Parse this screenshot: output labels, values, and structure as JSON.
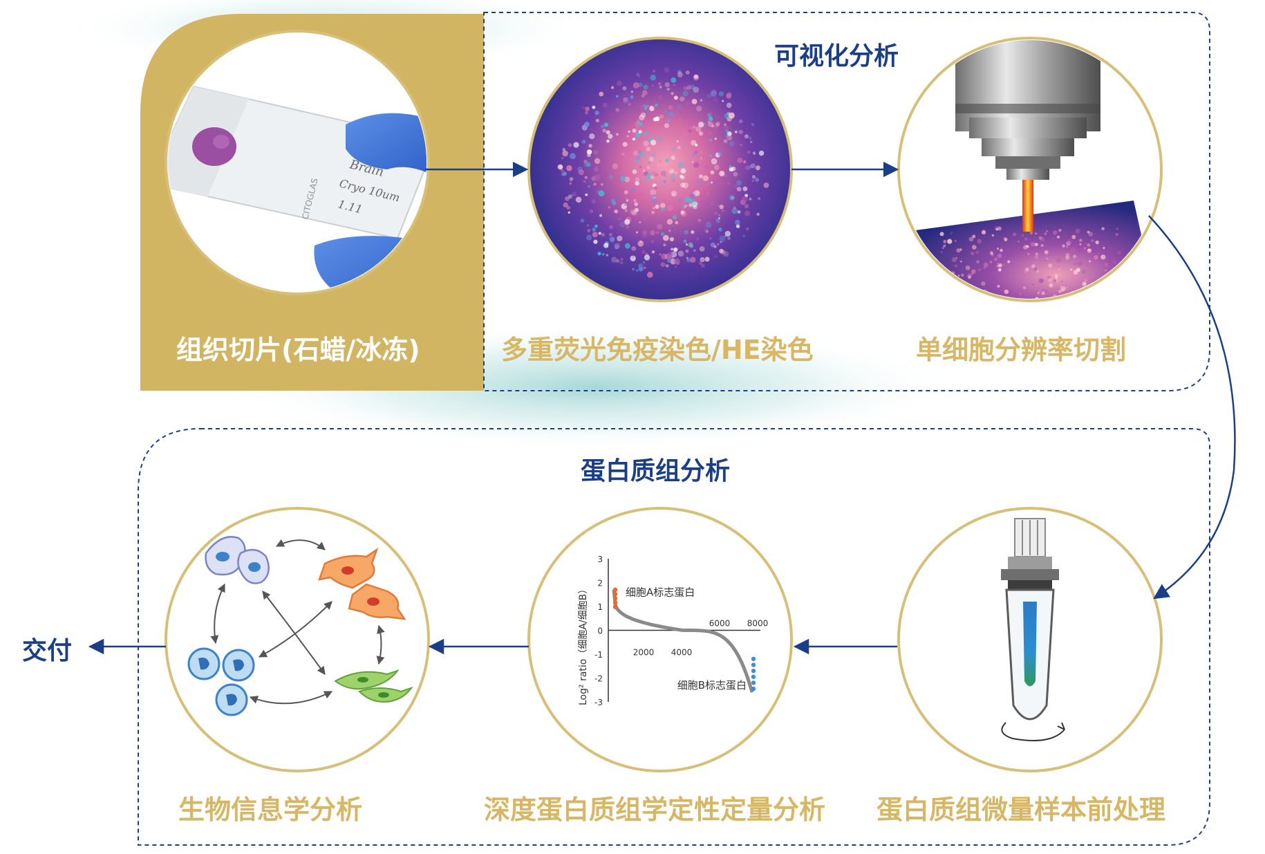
{
  "colors": {
    "gold": "#D2B563",
    "gold_text": "#D7B766",
    "navy": "#1B3F86",
    "teal_glow": "#9ED3D3",
    "circle_border": "#D8BF78"
  },
  "sections": {
    "visual_analysis_title": "可视化分析",
    "proteomics_title": "蛋白质组分析"
  },
  "steps": [
    {
      "label": "组织切片(石蜡/冰冻)",
      "icon": "tissue-slide-icon"
    },
    {
      "label": "多重荧光免疫染色/HE染色",
      "icon": "fluorescence-tissue-icon"
    },
    {
      "label": "单细胞分辨率切割",
      "icon": "laser-microdissection-icon"
    },
    {
      "label": "蛋白质组微量样本前处理",
      "icon": "centrifuge-tube-icon"
    },
    {
      "label": "深度蛋白质组学定性定量分析",
      "icon": "log-ratio-chart-icon"
    },
    {
      "label": "生物信息学分析",
      "icon": "cell-interaction-icon"
    }
  ],
  "delivery_label": "交付",
  "slide": {
    "brand": "CITOGLAS",
    "handwriting": [
      "Brain",
      "Cryo 10um",
      "1.11"
    ]
  },
  "mini_chart": {
    "type": "line",
    "ylabel": "Log² ratio（细胞A/细胞B）",
    "yticks": [
      "3",
      "2",
      "1",
      "0",
      "-1",
      "-2",
      "-3"
    ],
    "xticks": [
      "2000",
      "4000",
      "6000",
      "8000"
    ],
    "annotation_a": "细胞A标志蛋白",
    "annotation_b": "细胞B标志蛋白"
  }
}
